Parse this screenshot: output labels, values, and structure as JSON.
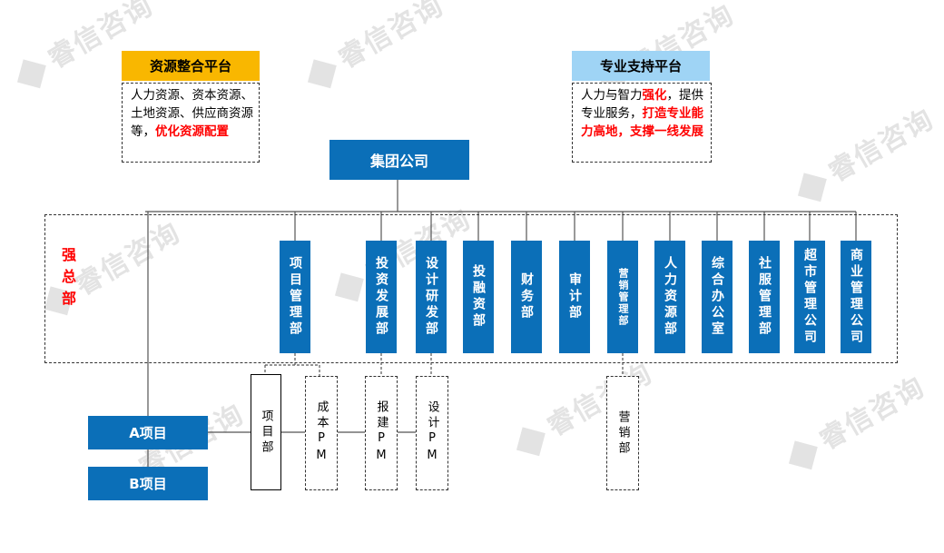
{
  "watermark": "睿信咨询",
  "colors": {
    "dept_blue": "#0b6fb8",
    "banner_orange": "#f9b700",
    "banner_blue": "#9fd4f5",
    "highlight_red": "#ff0000"
  },
  "left_banner": "资源整合平台",
  "right_banner": "专业支持平台",
  "left_note": {
    "text": "人力资源、资本资源、土地资源、供应商资源等，",
    "emphasis": "优化资源配置"
  },
  "right_note": {
    "t1": "人力与智力",
    "e1": "强化",
    "t2": "，提供专业服务，",
    "e2": "打造专业能力高地，支撑一线发展"
  },
  "group": "集团公司",
  "strong_hq": "强总部",
  "departments": [
    "项目管理部",
    "投资发展部",
    "设计研发部",
    "投融资部",
    "财务部",
    "审计部",
    "营销管理部",
    "人力资源部",
    "综合办公室",
    "社服管理部",
    "超市管理公司",
    "商业管理公司"
  ],
  "subunits": [
    "项目部",
    "成本PM",
    "报建PM",
    "设计PM",
    "营销部"
  ],
  "projects": [
    "A项目",
    "B项目"
  ]
}
